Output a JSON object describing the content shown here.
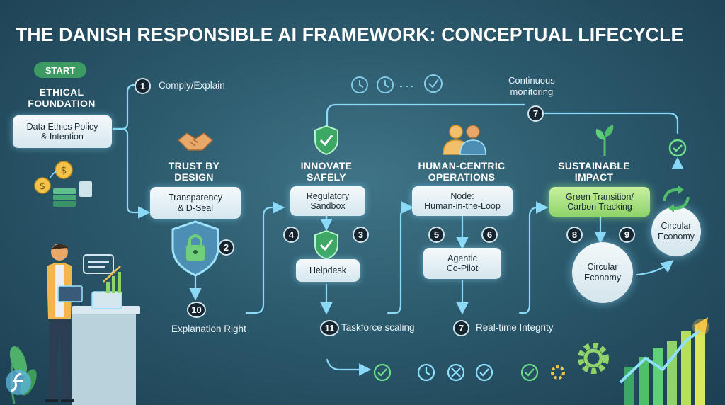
{
  "title": "THE DANISH RESPONSIBLE AI FRAMEWORK: CONCEPTUAL LIFECYCLE",
  "start_label": "START",
  "sections": {
    "ethical_foundation": {
      "heading": "ETHICAL\nFOUNDATION",
      "box": "Data Ethics Policy\n& Intention"
    },
    "trust_by_design": {
      "heading": "TRUST BY\nDESIGN",
      "box": "Transparency\n& D-Seal"
    },
    "innovate_safely": {
      "heading": "INNOVATE\nSAFELY",
      "box": "Regulatory\nSandbox",
      "box2": "Helpdesk"
    },
    "human_centric": {
      "heading": "HUMAN-CENTRIC\nOPERATIONS",
      "box": "Node:\nHuman-in-the-Loop",
      "box2": "Agentic\nCo-Pilot"
    },
    "sustainable_impact": {
      "heading": "SUSTAINABLE\nIMPACT",
      "box": "Green Transition/\nCarbon Tracking",
      "circle1": "Circular\nEconomy",
      "circle2": "Circular\nEconomy"
    }
  },
  "labels": {
    "comply": "Comply/Explain",
    "monitoring": "Continuous\nmonitoring",
    "explanation": "Explanation Right",
    "taskforce": "Taskforce scaling",
    "realtime": "Real-time Integrity"
  },
  "numbers": {
    "n1": "1",
    "n2": "2",
    "n3": "3",
    "n4": "4",
    "n5": "5",
    "n6": "6",
    "n7a": "7",
    "n7b": "7",
    "n8": "8",
    "n9": "9",
    "n10": "10",
    "n11": "11"
  },
  "colors": {
    "accent_green": "#8fd36a",
    "start_green": "#3c9a62",
    "wire": "#8fe0ff",
    "badge": "#152530"
  }
}
